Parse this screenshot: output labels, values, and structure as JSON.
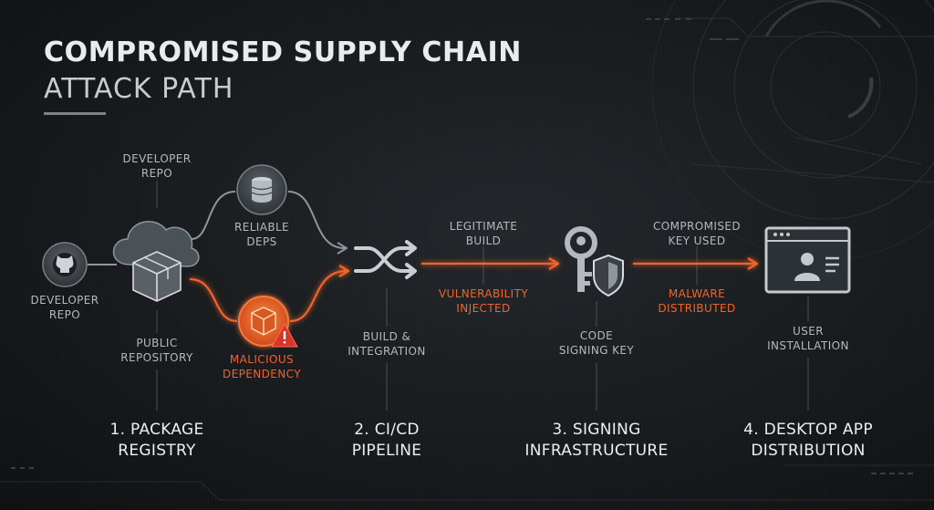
{
  "title": {
    "line1": "COMPROMISED SUPPLY CHAIN",
    "line2": "ATTACK PATH"
  },
  "nodes": {
    "developer_repo_left": [
      "DEVELOPER",
      "REPO"
    ],
    "developer_repo_top": [
      "DEVELOPER",
      "REPO"
    ],
    "public_repository": [
      "PUBLIC",
      "REPOSITORY"
    ],
    "reliable_deps": [
      "RELIABLE",
      "DEPS"
    ],
    "malicious_dependency": [
      "MALICIOUS",
      "DEPENDENCY"
    ],
    "build_integration": [
      "BUILD &",
      "INTEGRATION"
    ],
    "legitimate_build": [
      "LEGITIMATE",
      "BUILD"
    ],
    "vulnerability_injected": [
      "VULNERABILITY",
      "INJECTED"
    ],
    "code_signing_key": [
      "CODE",
      "SIGNING KEY"
    ],
    "compromised_key_used": [
      "COMPROMISED",
      "KEY USED"
    ],
    "malware_distributed": [
      "MALWARE",
      "DISTRIBUTED"
    ],
    "user_installation": [
      "USER",
      "INSTALLATION"
    ]
  },
  "stages": [
    {
      "line1": "1. PACKAGE",
      "line2": "REGISTRY"
    },
    {
      "line1": "2. CI/CD",
      "line2": "PIPELINE"
    },
    {
      "line1": "3. SIGNING",
      "line2": "INFRASTRUCTURE"
    },
    {
      "line1": "4. DESKTOP APP",
      "line2": "DISTRIBUTION"
    }
  ],
  "icons": [
    "github-icon",
    "cloud-package-icon",
    "database-icon",
    "malicious-package-icon",
    "warning-icon",
    "shuffle-icon",
    "key-shield-icon",
    "desktop-window-icon"
  ],
  "colors": {
    "accent": "#f0642a",
    "benign": "#8f969c",
    "text": "#b4b9be",
    "heading": "#e9ecef"
  }
}
